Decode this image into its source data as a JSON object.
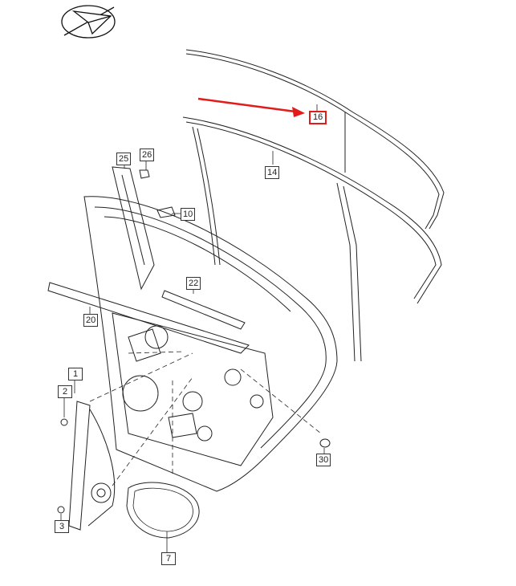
{
  "diagram": {
    "highlight_color": "#e21b1b",
    "logo_icon": "paper-plane-icon",
    "labels": {
      "p1": "1",
      "p2": "2",
      "p3": "3",
      "p7": "7",
      "p10": "10",
      "p14": "14",
      "p16": "16",
      "p20": "20",
      "p22": "22",
      "p25": "25",
      "p26": "26",
      "p30": "30"
    }
  }
}
